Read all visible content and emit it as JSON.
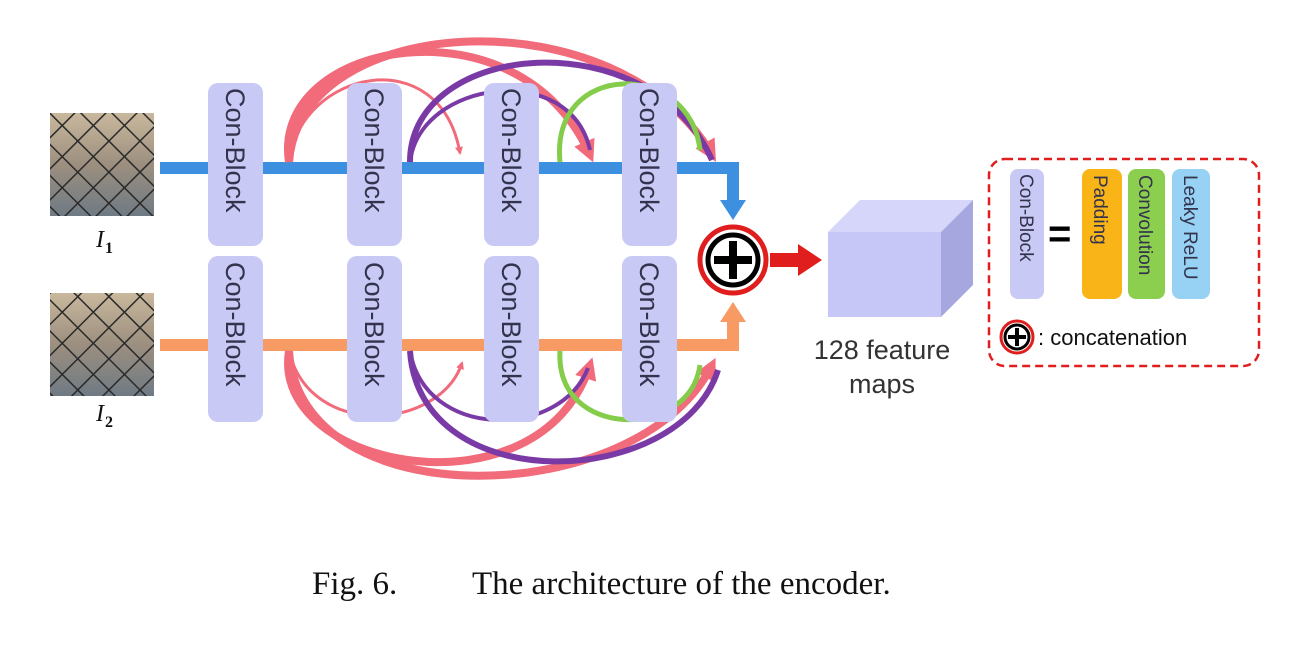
{
  "blocks": {
    "top": [
      "Con-Block",
      "Con-Block",
      "Con-Block",
      "Con-Block"
    ],
    "bottom": [
      "Con-Block",
      "Con-Block",
      "Con-Block",
      "Con-Block"
    ]
  },
  "inputs": {
    "i1_label": "I",
    "i1_sub": "1",
    "i2_label": "I",
    "i2_sub": "2"
  },
  "feature": {
    "line1": "128 feature",
    "line2": "maps"
  },
  "legend": {
    "conblock": "Con-Block",
    "equals": "=",
    "padding": "Padding",
    "convolution": "Convolution",
    "leaky_relu": "Leaky ReLU",
    "concat": ": concatenation"
  },
  "caption": {
    "fig": "Fig. 6.",
    "text": "The architecture of the encoder."
  },
  "colors": {
    "block_fill": "#c9c9f5",
    "top_stream": "#3d8fe0",
    "bottom_stream": "#f89a64",
    "skip_pink": "#f26b7a",
    "skip_purple": "#7a3aa6",
    "skip_green": "#84cc4a",
    "concat_red": "#e01e1e",
    "padding": "#f9b418",
    "convolution": "#8ccf4f",
    "leaky_relu": "#97d1f3"
  },
  "icons": [
    "concat-icon",
    "arrow-right-icon"
  ]
}
